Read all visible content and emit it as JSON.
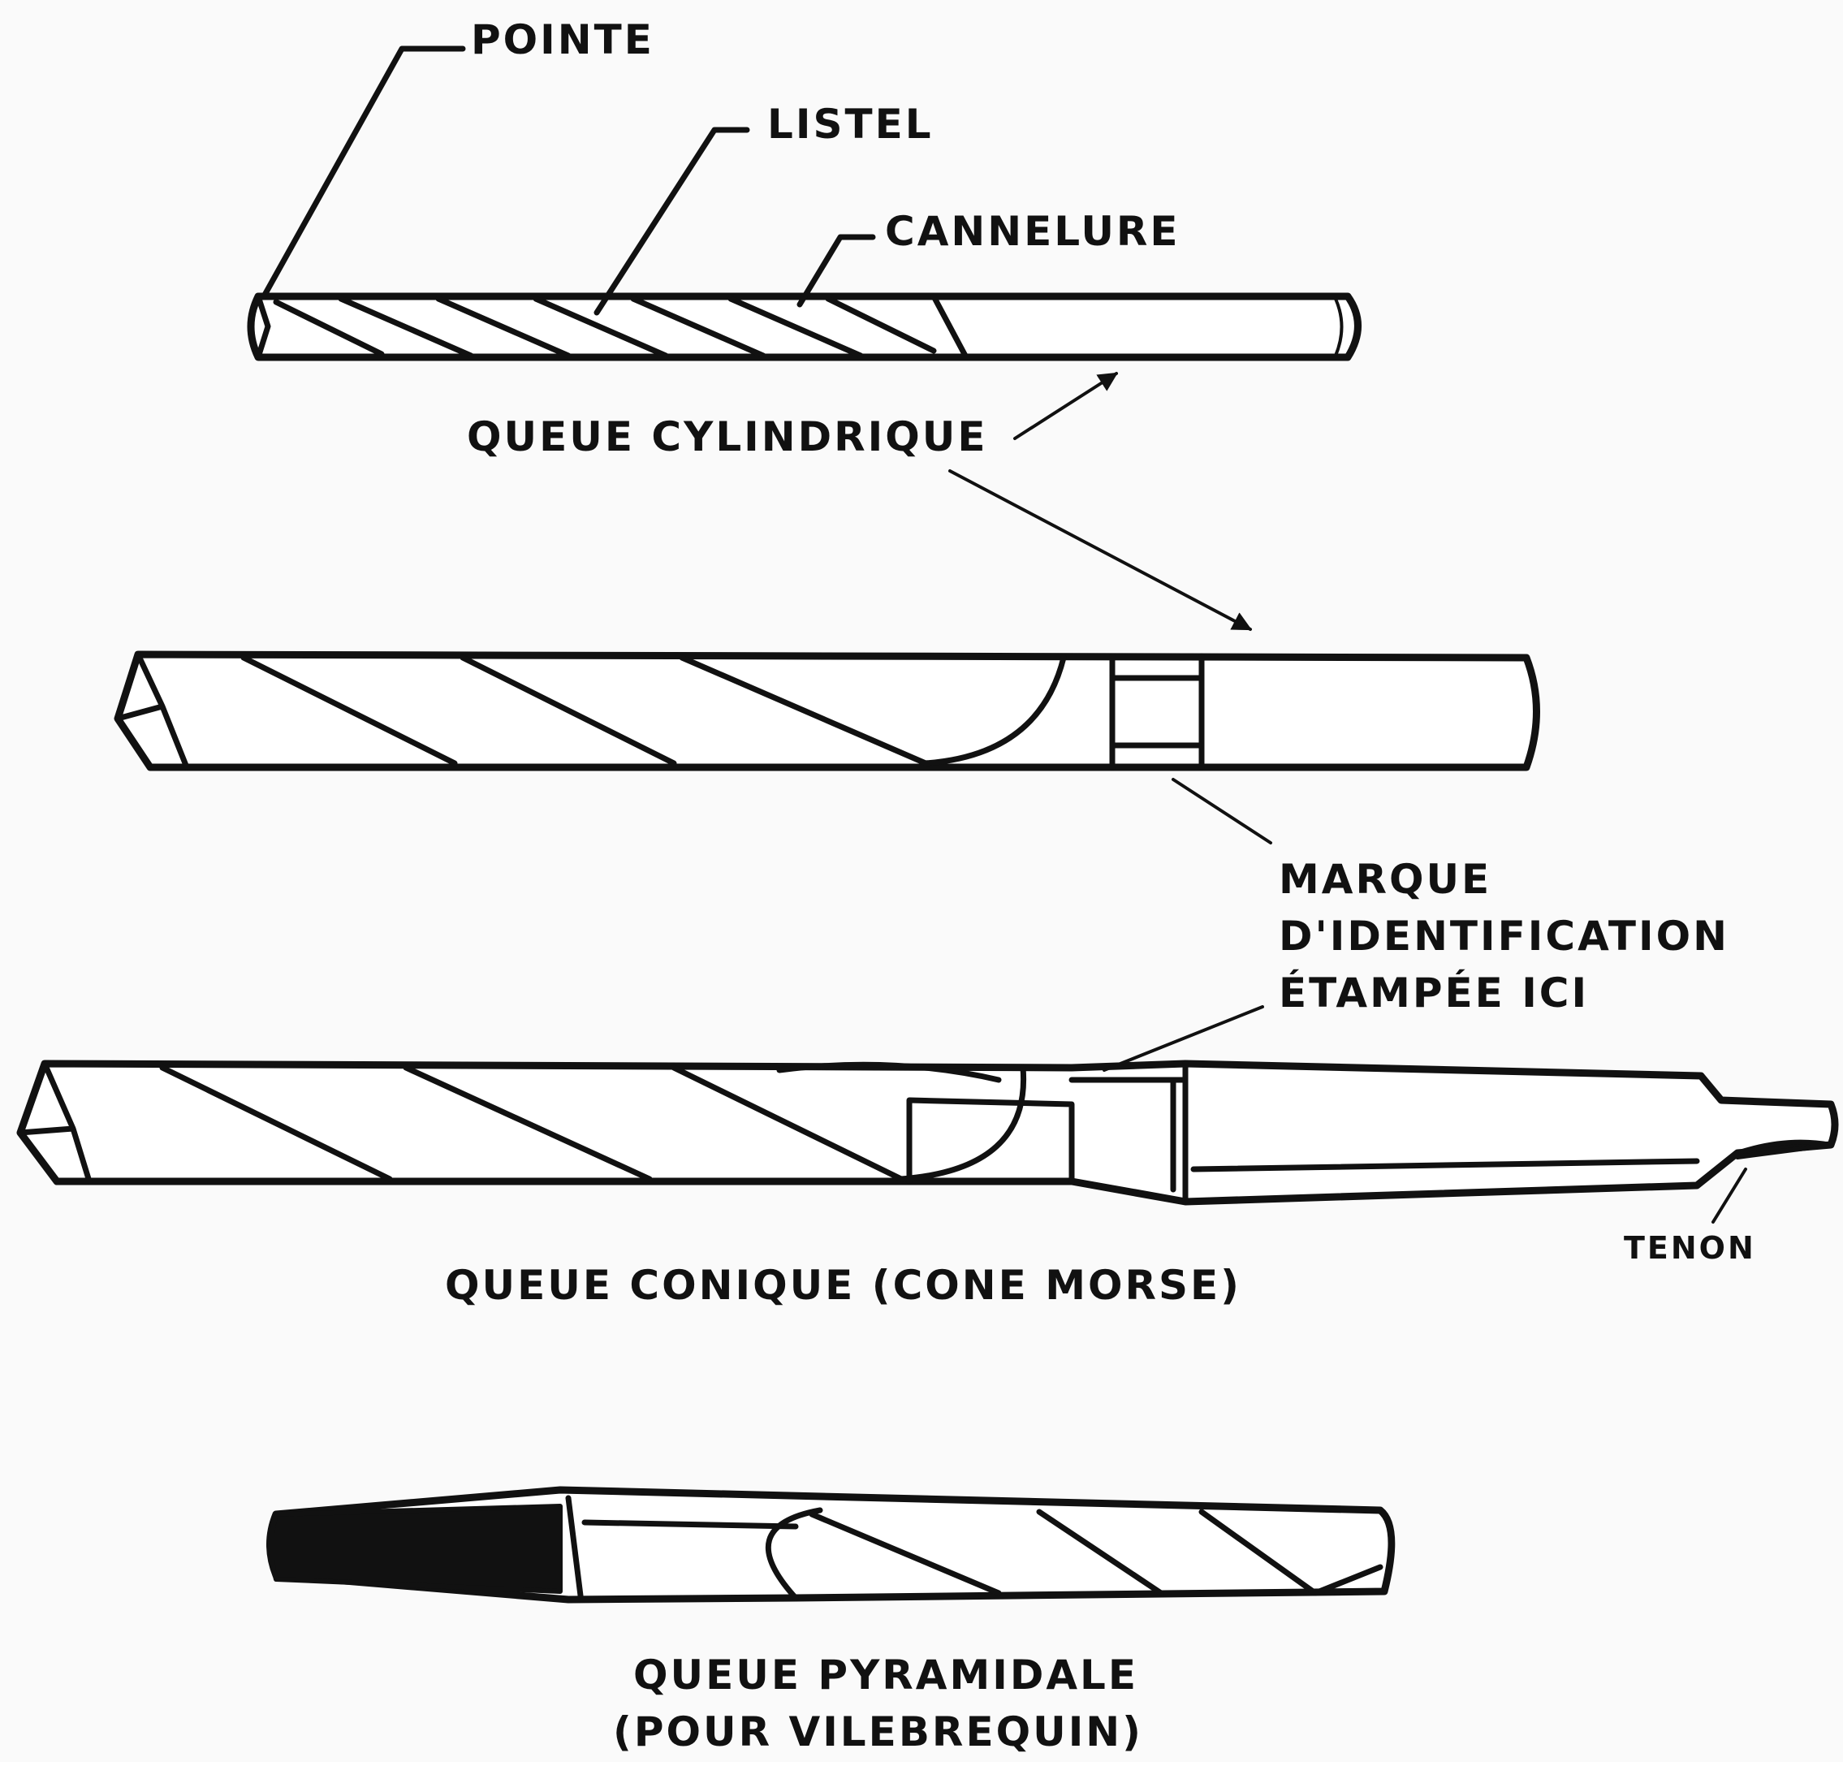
{
  "diagram": {
    "labels": {
      "pointe": "POINTE",
      "listel": "LISTEL",
      "cannelure": "CANNELURE",
      "queue_cylindrique": "QUEUE CYLINDRIQUE",
      "marque_line1": "MARQUE",
      "marque_line2": "D'IDENTIFICATION",
      "marque_line3": "ÉTAMPÉE ICI",
      "queue_conique": "QUEUE CONIQUE (CONE MORSE)",
      "tenon": "TENON",
      "queue_pyramidale_line1": "QUEUE PYRAMIDALE",
      "queue_pyramidale_line2": "(POUR VILEBREQUIN)"
    },
    "colors": {
      "ink": "#111111",
      "paper": "#fafafa"
    }
  }
}
